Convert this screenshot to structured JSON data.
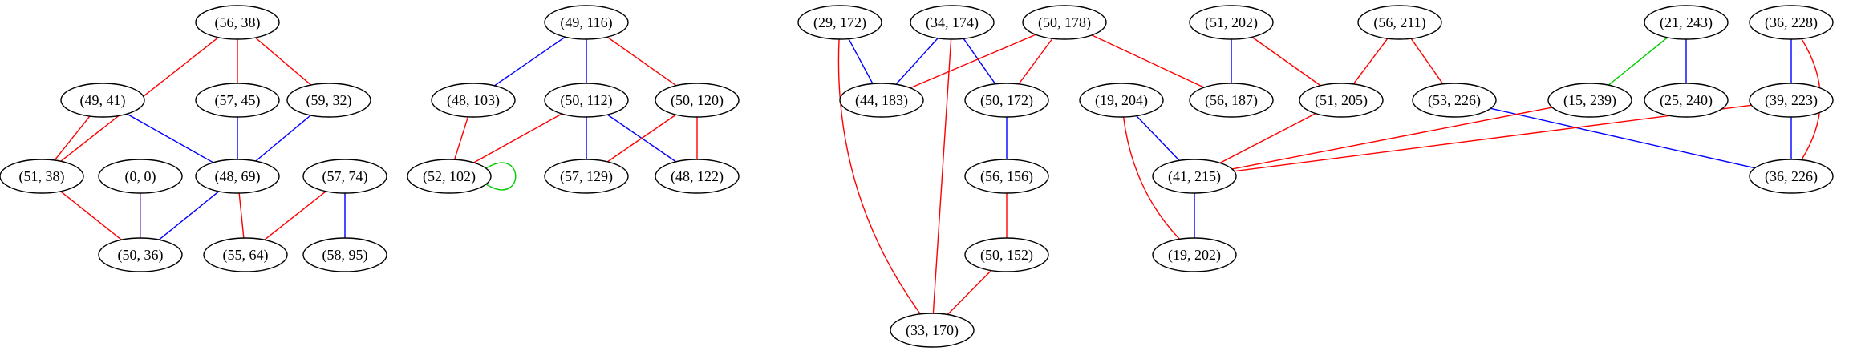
{
  "colors": {
    "red": "#ff0000",
    "blue": "#0000ff",
    "green": "#00cc00",
    "purple": "#8b3fbf"
  },
  "nodes": [
    {
      "id": "n56_38",
      "label": "(56, 38)"
    },
    {
      "id": "n49_41",
      "label": "(49, 41)"
    },
    {
      "id": "n57_45",
      "label": "(57, 45)"
    },
    {
      "id": "n59_32",
      "label": "(59, 32)"
    },
    {
      "id": "n51_38",
      "label": "(51, 38)"
    },
    {
      "id": "n0_0",
      "label": "(0, 0)"
    },
    {
      "id": "n48_69",
      "label": "(48, 69)"
    },
    {
      "id": "n57_74",
      "label": "(57, 74)"
    },
    {
      "id": "n50_36",
      "label": "(50, 36)"
    },
    {
      "id": "n55_64",
      "label": "(55, 64)"
    },
    {
      "id": "n58_95",
      "label": "(58, 95)"
    },
    {
      "id": "n49_116",
      "label": "(49, 116)"
    },
    {
      "id": "n48_103",
      "label": "(48, 103)"
    },
    {
      "id": "n50_112",
      "label": "(50, 112)"
    },
    {
      "id": "n50_120",
      "label": "(50, 120)"
    },
    {
      "id": "n52_102",
      "label": "(52, 102)"
    },
    {
      "id": "n57_129",
      "label": "(57, 129)"
    },
    {
      "id": "n48_122",
      "label": "(48, 122)"
    },
    {
      "id": "n29_172",
      "label": "(29, 172)"
    },
    {
      "id": "n34_174",
      "label": "(34, 174)"
    },
    {
      "id": "n50_178",
      "label": "(50, 178)"
    },
    {
      "id": "n44_183",
      "label": "(44, 183)"
    },
    {
      "id": "n50_172",
      "label": "(50, 172)"
    },
    {
      "id": "n56_156",
      "label": "(56, 156)"
    },
    {
      "id": "n50_152",
      "label": "(50, 152)"
    },
    {
      "id": "n33_170",
      "label": "(33, 170)"
    },
    {
      "id": "n51_202",
      "label": "(51, 202)"
    },
    {
      "id": "n56_211",
      "label": "(56, 211)"
    },
    {
      "id": "n19_204",
      "label": "(19, 204)"
    },
    {
      "id": "n56_187",
      "label": "(56, 187)"
    },
    {
      "id": "n51_205",
      "label": "(51, 205)"
    },
    {
      "id": "n53_226",
      "label": "(53, 226)"
    },
    {
      "id": "n41_215",
      "label": "(41, 215)"
    },
    {
      "id": "n19_202",
      "label": "(19, 202)"
    },
    {
      "id": "n21_243",
      "label": "(21, 243)"
    },
    {
      "id": "n36_228",
      "label": "(36, 228)"
    },
    {
      "id": "n15_239",
      "label": "(15, 239)"
    },
    {
      "id": "n25_240",
      "label": "(25, 240)"
    },
    {
      "id": "n39_223",
      "label": "(39, 223)"
    },
    {
      "id": "n36_226",
      "label": "(36, 226)"
    }
  ],
  "edges": [
    {
      "from": "n56_38",
      "to": "n57_45",
      "color": "red"
    },
    {
      "from": "n56_38",
      "to": "n59_32",
      "color": "red"
    },
    {
      "from": "n56_38",
      "to": "n51_38",
      "color": "red"
    },
    {
      "from": "n49_41",
      "to": "n51_38",
      "color": "red"
    },
    {
      "from": "n49_41",
      "to": "n48_69",
      "color": "blue"
    },
    {
      "from": "n57_45",
      "to": "n48_69",
      "color": "blue"
    },
    {
      "from": "n59_32",
      "to": "n48_69",
      "color": "blue"
    },
    {
      "from": "n51_38",
      "to": "n50_36",
      "color": "red"
    },
    {
      "from": "n0_0",
      "to": "n50_36",
      "color": "purple"
    },
    {
      "from": "n48_69",
      "to": "n50_36",
      "color": "blue"
    },
    {
      "from": "n48_69",
      "to": "n55_64",
      "color": "red"
    },
    {
      "from": "n57_74",
      "to": "n55_64",
      "color": "red"
    },
    {
      "from": "n57_74",
      "to": "n58_95",
      "color": "blue"
    },
    {
      "from": "n49_116",
      "to": "n48_103",
      "color": "blue"
    },
    {
      "from": "n49_116",
      "to": "n50_112",
      "color": "blue"
    },
    {
      "from": "n49_116",
      "to": "n50_120",
      "color": "red"
    },
    {
      "from": "n48_103",
      "to": "n52_102",
      "color": "red"
    },
    {
      "from": "n50_112",
      "to": "n52_102",
      "color": "red"
    },
    {
      "from": "n50_112",
      "to": "n57_129",
      "color": "blue"
    },
    {
      "from": "n50_112",
      "to": "n48_122",
      "color": "blue"
    },
    {
      "from": "n50_120",
      "to": "n57_129",
      "color": "red"
    },
    {
      "from": "n50_120",
      "to": "n48_122",
      "color": "red"
    },
    {
      "from": "n52_102",
      "to": "n52_102",
      "color": "green",
      "loop": true
    },
    {
      "from": "n29_172",
      "to": "n44_183",
      "color": "blue"
    },
    {
      "from": "n29_172",
      "to": "n33_170",
      "color": "red",
      "curve": "left"
    },
    {
      "from": "n34_174",
      "to": "n44_183",
      "color": "blue"
    },
    {
      "from": "n34_174",
      "to": "n50_172",
      "color": "blue"
    },
    {
      "from": "n34_174",
      "to": "n33_170",
      "color": "red"
    },
    {
      "from": "n50_178",
      "to": "n44_183",
      "color": "red"
    },
    {
      "from": "n50_178",
      "to": "n50_172",
      "color": "red"
    },
    {
      "from": "n50_178",
      "to": "n56_187",
      "color": "red"
    },
    {
      "from": "n50_172",
      "to": "n56_156",
      "color": "blue"
    },
    {
      "from": "n56_156",
      "to": "n50_152",
      "color": "red"
    },
    {
      "from": "n50_152",
      "to": "n33_170",
      "color": "red"
    },
    {
      "from": "n51_202",
      "to": "n56_187",
      "color": "blue"
    },
    {
      "from": "n51_202",
      "to": "n51_205",
      "color": "red"
    },
    {
      "from": "n56_211",
      "to": "n51_205",
      "color": "red"
    },
    {
      "from": "n56_211",
      "to": "n53_226",
      "color": "red"
    },
    {
      "from": "n19_204",
      "to": "n41_215",
      "color": "blue"
    },
    {
      "from": "n19_204",
      "to": "n19_202",
      "color": "red",
      "curve": "left"
    },
    {
      "from": "n51_205",
      "to": "n41_215",
      "color": "red"
    },
    {
      "from": "n53_226",
      "to": "n36_226",
      "color": "blue"
    },
    {
      "from": "n15_239",
      "to": "n41_215",
      "color": "red"
    },
    {
      "from": "n39_223",
      "to": "n41_215",
      "color": "red"
    },
    {
      "from": "n41_215",
      "to": "n19_202",
      "color": "blue"
    },
    {
      "from": "n21_243",
      "to": "n15_239",
      "color": "green"
    },
    {
      "from": "n21_243",
      "to": "n25_240",
      "color": "blue"
    },
    {
      "from": "n36_228",
      "to": "n39_223",
      "color": "blue"
    },
    {
      "from": "n36_228",
      "to": "n36_226",
      "color": "red",
      "curve": "right"
    },
    {
      "from": "n39_223",
      "to": "n36_226",
      "color": "blue"
    }
  ]
}
